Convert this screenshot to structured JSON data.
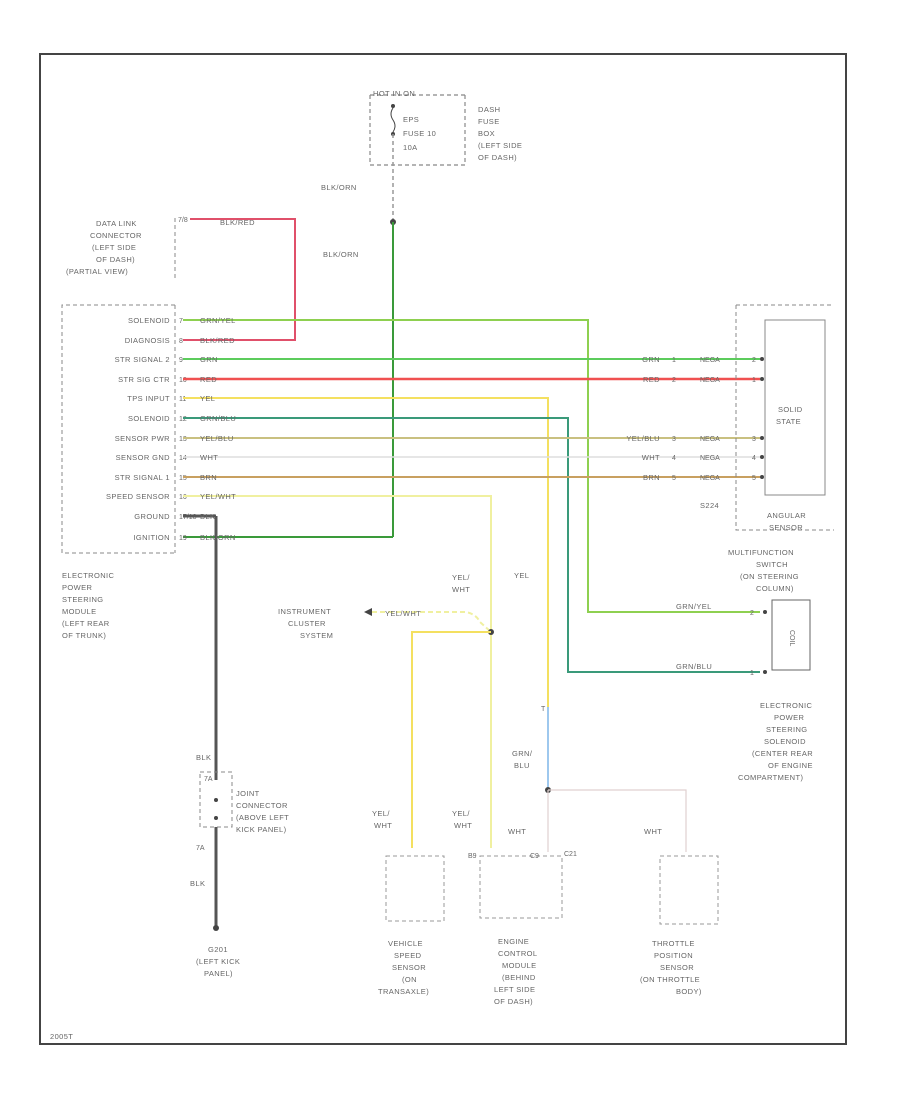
{
  "fuse": {
    "hot": "HOT IN ON",
    "fuse_lines": [
      "EPS",
      "FUSE 10",
      "10A"
    ],
    "panel_lines": [
      "DASH",
      "FUSE",
      "BOX",
      "(LEFT SIDE",
      "OF DASH)"
    ],
    "wire_top": "BLK/ORN",
    "wire_bottom": "BLK/ORN"
  },
  "dlc": {
    "lines": [
      "DATA LINK",
      "CONNECTOR",
      "(LEFT SIDE",
      "OF DASH)",
      "(PARTIAL VIEW)"
    ],
    "pin": "7/8",
    "wire": "BLK/RED"
  },
  "module": {
    "pins": [
      {
        "name": "SOLENOID",
        "pin": "7",
        "wire": "GRN/YEL"
      },
      {
        "name": "DIAGNOSIS",
        "pin": "8",
        "wire": "BLK/RED"
      },
      {
        "name": "STR SIGNAL 2",
        "pin": "9",
        "wire": "GRN"
      },
      {
        "name": "STR SIG CTR",
        "pin": "10",
        "wire": "RED"
      },
      {
        "name": "TPS INPUT",
        "pin": "11",
        "wire": "YEL"
      },
      {
        "name": "SOLENOID",
        "pin": "12",
        "wire": "GRN/BLU"
      },
      {
        "name": "SENSOR PWR",
        "pin": "13",
        "wire": "YEL/BLU"
      },
      {
        "name": "SENSOR GND",
        "pin": "14",
        "wire": "WHT"
      },
      {
        "name": "STR SIGNAL 1",
        "pin": "15",
        "wire": "BRN"
      },
      {
        "name": "SPEED SENSOR",
        "pin": "16",
        "wire": "YEL/WHT"
      },
      {
        "name": "GROUND",
        "pin": "17/18",
        "wire": "BLK"
      },
      {
        "name": "IGNITION",
        "pin": "19",
        "wire": "BLK/ORN"
      }
    ],
    "label_lines": [
      "ELECTRONIC",
      "POWER",
      "STEERING",
      "MODULE",
      "(LEFT REAR",
      "OF TRUNK)"
    ]
  },
  "angular": {
    "rows": [
      {
        "wire": "GRN",
        "pin": "1",
        "term": "NEGA",
        "num": "2"
      },
      {
        "wire": "RED",
        "pin": "2",
        "term": "NEGA",
        "num": "1"
      },
      {
        "wire": "YEL/BLU",
        "pin": "3",
        "term": "NEGA",
        "num": "3"
      },
      {
        "wire": "WHT",
        "pin": "4",
        "term": "NEGA",
        "num": "4"
      },
      {
        "wire": "BRN",
        "pin": "5",
        "term": "NEGA",
        "num": "5"
      }
    ],
    "box_lines": [
      "SOLID",
      "STATE"
    ],
    "sub": "S224",
    "sensor_lines": [
      "ANGULAR",
      "SENSOR"
    ],
    "switch_lines": [
      "MULTIFUNCTION",
      "SWITCH",
      "(ON STEERING",
      "COLUMN)"
    ]
  },
  "solenoid": {
    "wire1": "GRN/YEL",
    "wire2": "GRN/BLU",
    "pin1": "2",
    "pin2": "1",
    "coil": "COIL",
    "lines": [
      "ELECTRONIC",
      "POWER",
      "STEERING",
      "SOLENOID",
      "(CENTER REAR",
      "OF ENGINE",
      "COMPARTMENT)"
    ]
  },
  "cluster": {
    "lines": [
      "INSTRUMENT",
      "CLUSTER",
      "SYSTEM"
    ],
    "wire": "YEL/WHT",
    "v_label": [
      "YEL/",
      "WHT"
    ],
    "yel": "YEL"
  },
  "ground": {
    "wire1": "BLK",
    "wire2": "BLK",
    "pin": "7A",
    "joint_lines": [
      "JOINT",
      "CONNECTOR",
      "(ABOVE LEFT",
      "KICK PANEL)"
    ],
    "g_lines": [
      "G201",
      "(LEFT KICK",
      "PANEL)"
    ]
  },
  "grnblu": [
    "GRN/",
    "BLU"
  ],
  "vss": {
    "wire": [
      "YEL/",
      "WHT"
    ],
    "lines": [
      "VEHICLE",
      "SPEED",
      "SENSOR",
      "(ON",
      "TRANSAXLE)"
    ]
  },
  "ecm": {
    "wire": [
      "YEL/",
      "WHT"
    ],
    "wht": "WHT",
    "pins": [
      "B9",
      "C9",
      "C21"
    ],
    "lines": [
      "ENGINE",
      "CONTROL",
      "MODULE",
      "(BEHIND",
      "LEFT SIDE",
      "OF DASH)"
    ]
  },
  "tps": {
    "wire": "WHT",
    "lines": [
      "THROTTLE",
      "POSITION",
      "SENSOR",
      "(ON THROTTLE",
      "BODY)"
    ]
  },
  "code": "2005T"
}
